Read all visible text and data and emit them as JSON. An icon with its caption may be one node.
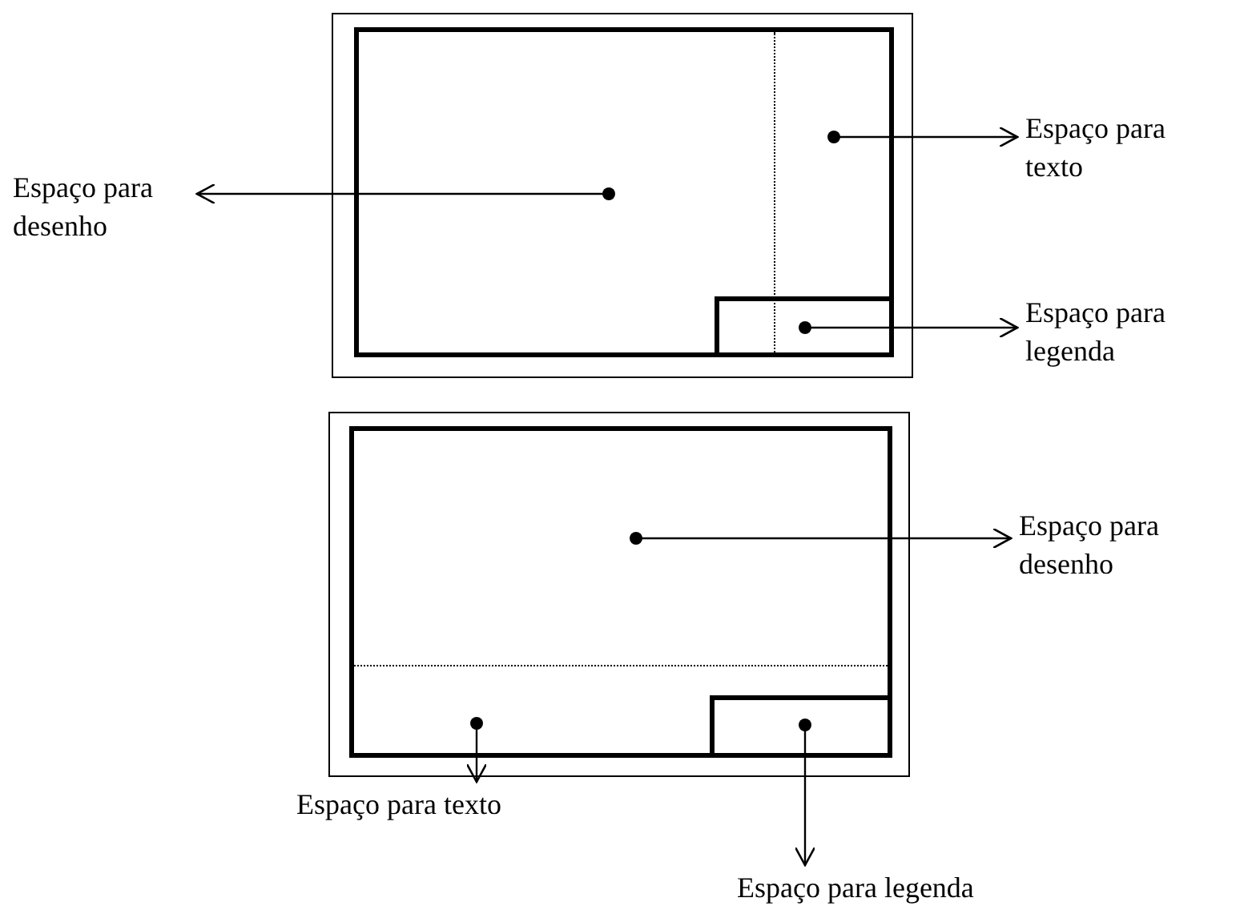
{
  "diagram": {
    "nodes": [
      {
        "text": [
          "Espaço para desenho"
        ]
      },
      {
        "text": [
          "Espaço para texto"
        ]
      },
      {
        "text": [
          "Espaço para legenda"
        ]
      },
      {
        "text": [],
        "shape": "box"
      },
      {
        "text": [],
        "shape": "box",
        "in": 3
      },
      {
        "text": [],
        "shape": "box",
        "in": 4
      },
      {
        "text": [],
        "shape": "box",
        "in": 4
      },
      {
        "text": [
          "Espaço para desenho"
        ]
      },
      {
        "text": [],
        "shape": "box"
      },
      {
        "text": [],
        "shape": "box",
        "in": 8
      },
      {
        "text": [],
        "shape": "box",
        "in": 9
      },
      {
        "text": [],
        "shape": "box",
        "in": 9
      },
      {
        "text": [
          "Espaço para texto"
        ]
      },
      {
        "text": [
          "Espaço para legenda"
        ]
      }
    ],
    "edges": [
      {
        "from": null,
        "to": 0,
        "arrow": "to"
      },
      {
        "from": 5,
        "to": 1,
        "arrow": "to"
      },
      {
        "from": 6,
        "to": 2,
        "arrow": "to"
      },
      {
        "from": null,
        "to": 7,
        "arrow": "to"
      },
      {
        "from": 10,
        "to": 12,
        "arrow": "to"
      },
      {
        "from": 11,
        "to": 13,
        "arrow": "to"
      }
    ]
  }
}
